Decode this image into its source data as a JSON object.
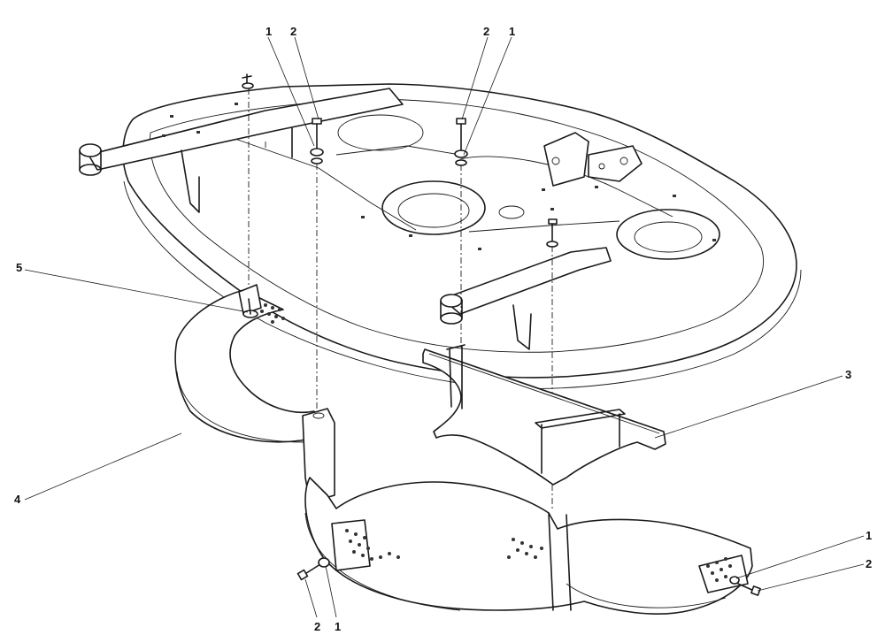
{
  "callouts": {
    "c1a": "1",
    "c2a": "2",
    "c2b": "2",
    "c1b": "1",
    "c5": "5",
    "c3": "3",
    "c4": "4",
    "c1c": "1",
    "c2c": "2",
    "c2d": "2",
    "c1d": "1"
  }
}
